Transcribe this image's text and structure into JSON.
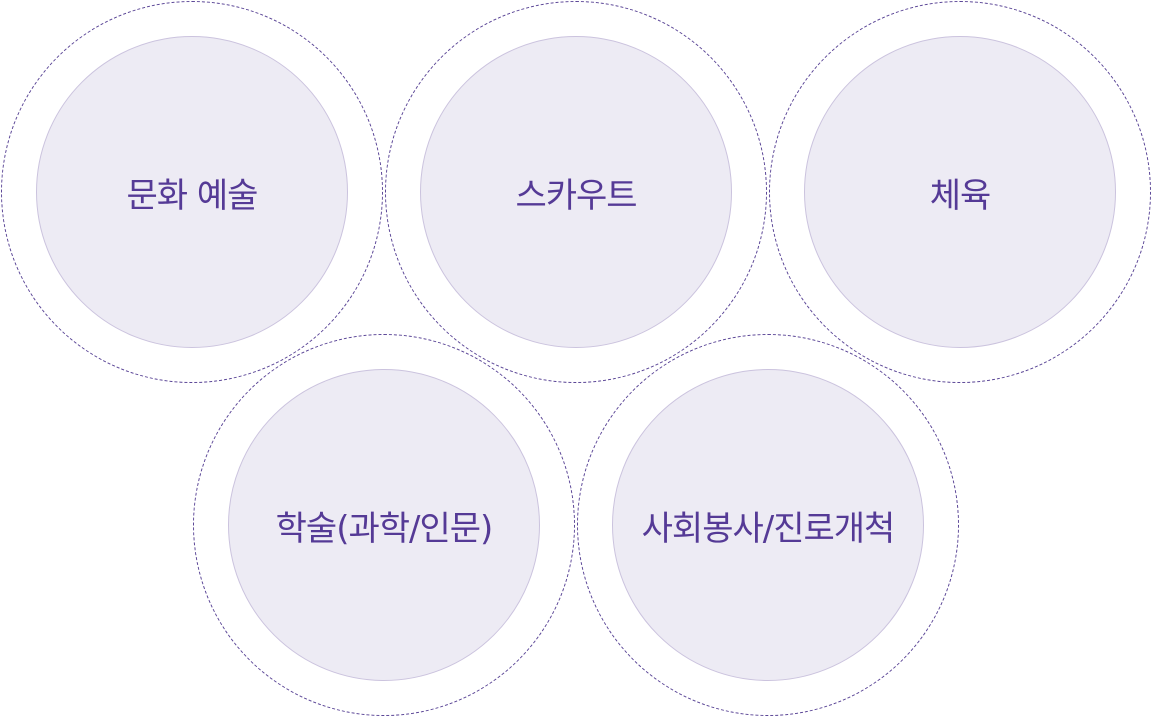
{
  "items": [
    {
      "label": "문화 예술"
    },
    {
      "label": "스카우트"
    },
    {
      "label": "체육"
    },
    {
      "label": "학술(과학/인문)"
    },
    {
      "label": "사회봉사/진로개척"
    }
  ],
  "colors": {
    "text": "#553a96",
    "fill": "#edebf4",
    "dash": "#5a4596"
  }
}
